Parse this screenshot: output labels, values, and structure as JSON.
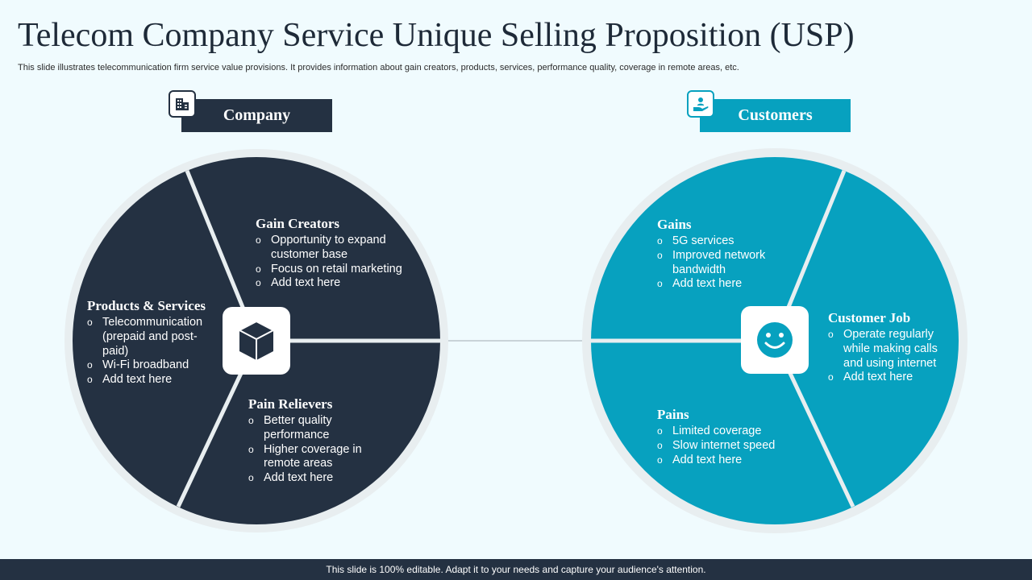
{
  "title": "Telecom Company Service Unique Selling Proposition (USP)",
  "subtitle": "This slide illustrates telecommunication firm service value provisions. It provides information about gain creators, products, services, performance quality, coverage in remote areas, etc.",
  "colors": {
    "background": "#f0fbfe",
    "dark": "#243142",
    "teal": "#07a1bf",
    "ring": "#e8eef0"
  },
  "company": {
    "header": "Company",
    "header_icon": "building-icon",
    "center_icon": "cube-icon",
    "segments": [
      {
        "title": "Gain Creators",
        "items": [
          "Opportunity to expand customer base",
          "Focus on retail marketing",
          "Add text here"
        ]
      },
      {
        "title": "Products & Services",
        "items": [
          "Telecommunication (prepaid and post-paid)",
          "Wi-Fi broadband",
          "Add text here"
        ]
      },
      {
        "title": "Pain Relievers",
        "items": [
          "Better quality performance",
          "Higher coverage in remote areas",
          "Add text here"
        ]
      }
    ]
  },
  "customers": {
    "header": "Customers",
    "header_icon": "hand-person-icon",
    "center_icon": "smiley-icon",
    "segments": [
      {
        "title": "Gains",
        "items": [
          "5G services",
          "Improved network bandwidth",
          "Add text here"
        ]
      },
      {
        "title": "Customer Job",
        "items": [
          "Operate regularly while making calls and using internet",
          "Add text here"
        ]
      },
      {
        "title": "Pains",
        "items": [
          "Limited coverage",
          "Slow internet speed",
          "Add text here"
        ]
      }
    ]
  },
  "footer": "This slide is 100% editable. Adapt it to your needs and capture your audience's attention."
}
